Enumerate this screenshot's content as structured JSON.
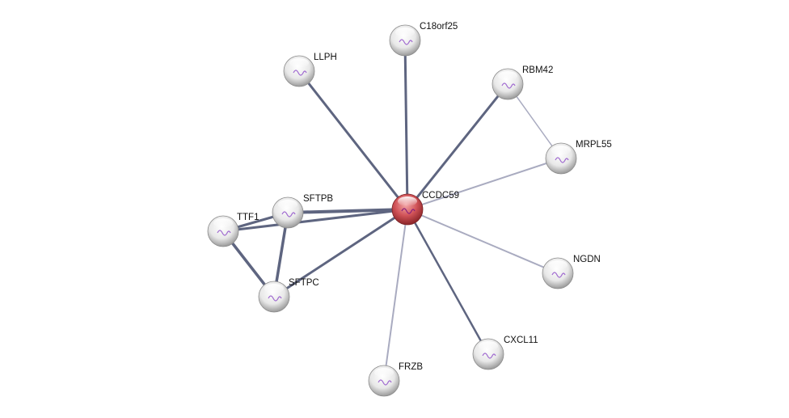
{
  "network": {
    "center": "CCDC59",
    "nodes": [
      {
        "id": "CCDC59",
        "label": "CCDC59",
        "query": true
      },
      {
        "id": "C18orf25",
        "label": "C18orf25"
      },
      {
        "id": "LLPH",
        "label": "LLPH"
      },
      {
        "id": "RBM42",
        "label": "RBM42"
      },
      {
        "id": "MRPL55",
        "label": "MRPL55"
      },
      {
        "id": "SFTPB",
        "label": "SFTPB"
      },
      {
        "id": "TTF1",
        "label": "TTF1"
      },
      {
        "id": "SFTPC",
        "label": "SFTPC"
      },
      {
        "id": "NGDN",
        "label": "NGDN"
      },
      {
        "id": "CXCL11",
        "label": "CXCL11"
      },
      {
        "id": "FRZB",
        "label": "FRZB"
      }
    ],
    "edges": [
      [
        "CCDC59",
        "C18orf25"
      ],
      [
        "CCDC59",
        "LLPH"
      ],
      [
        "CCDC59",
        "RBM42"
      ],
      [
        "CCDC59",
        "MRPL55"
      ],
      [
        "CCDC59",
        "SFTPB"
      ],
      [
        "CCDC59",
        "TTF1"
      ],
      [
        "CCDC59",
        "SFTPC"
      ],
      [
        "CCDC59",
        "NGDN"
      ],
      [
        "CCDC59",
        "CXCL11"
      ],
      [
        "CCDC59",
        "FRZB"
      ],
      [
        "RBM42",
        "MRPL55"
      ],
      [
        "TTF1",
        "SFTPB"
      ],
      [
        "TTF1",
        "SFTPC"
      ],
      [
        "SFTPB",
        "SFTPC"
      ]
    ],
    "colors": {
      "query_node": "#c9454a",
      "node": "#e6e6e6",
      "edge_strong": "#5e6580",
      "edge_weak": "#a9abc0"
    }
  }
}
